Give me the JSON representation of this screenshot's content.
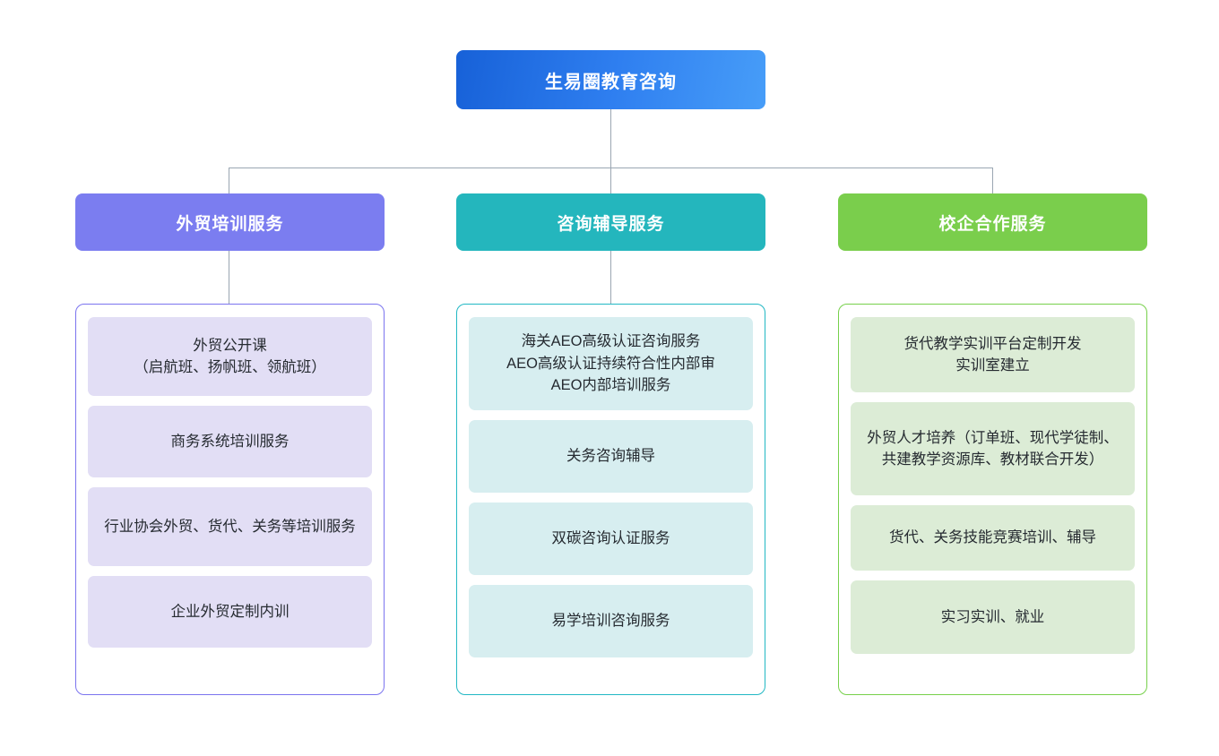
{
  "root": {
    "label": "生易圈教育咨询",
    "color": "#1761d8"
  },
  "connector_color": "#9aa6b2",
  "branches": [
    {
      "header": "外贸培训服务",
      "color": "#7b7df0",
      "border_color": "#7b74ef",
      "card_color": "#e2def5",
      "has_stem": true,
      "items": [
        "外贸公开课\n（启航班、扬帆班、领航班）",
        "商务系统培训服务",
        "行业协会外贸、货代、关务等培训服务",
        "企业外贸定制内训"
      ]
    },
    {
      "header": "咨询辅导服务",
      "color": "#24b6bd",
      "border_color": "#22b8c4",
      "card_color": "#d7eef0",
      "has_stem": true,
      "items": [
        "海关AEO高级认证咨询服务\nAEO高级认证持续符合性内部审\nAEO内部培训服务",
        "关务咨询辅导",
        "双碳咨询认证服务",
        "易学培训咨询服务"
      ]
    },
    {
      "header": "校企合作服务",
      "color": "#7ace4c",
      "border_color": "#77d04b",
      "card_color": "#dcecd6",
      "has_stem": false,
      "items": [
        "货代教学实训平台定制开发\n实训室建立",
        "外贸人才培养（订单班、现代学徒制、共建教学资源库、教材联合开发）",
        "货代、关务技能竞赛培训、辅导",
        "实习实训、就业"
      ]
    }
  ]
}
